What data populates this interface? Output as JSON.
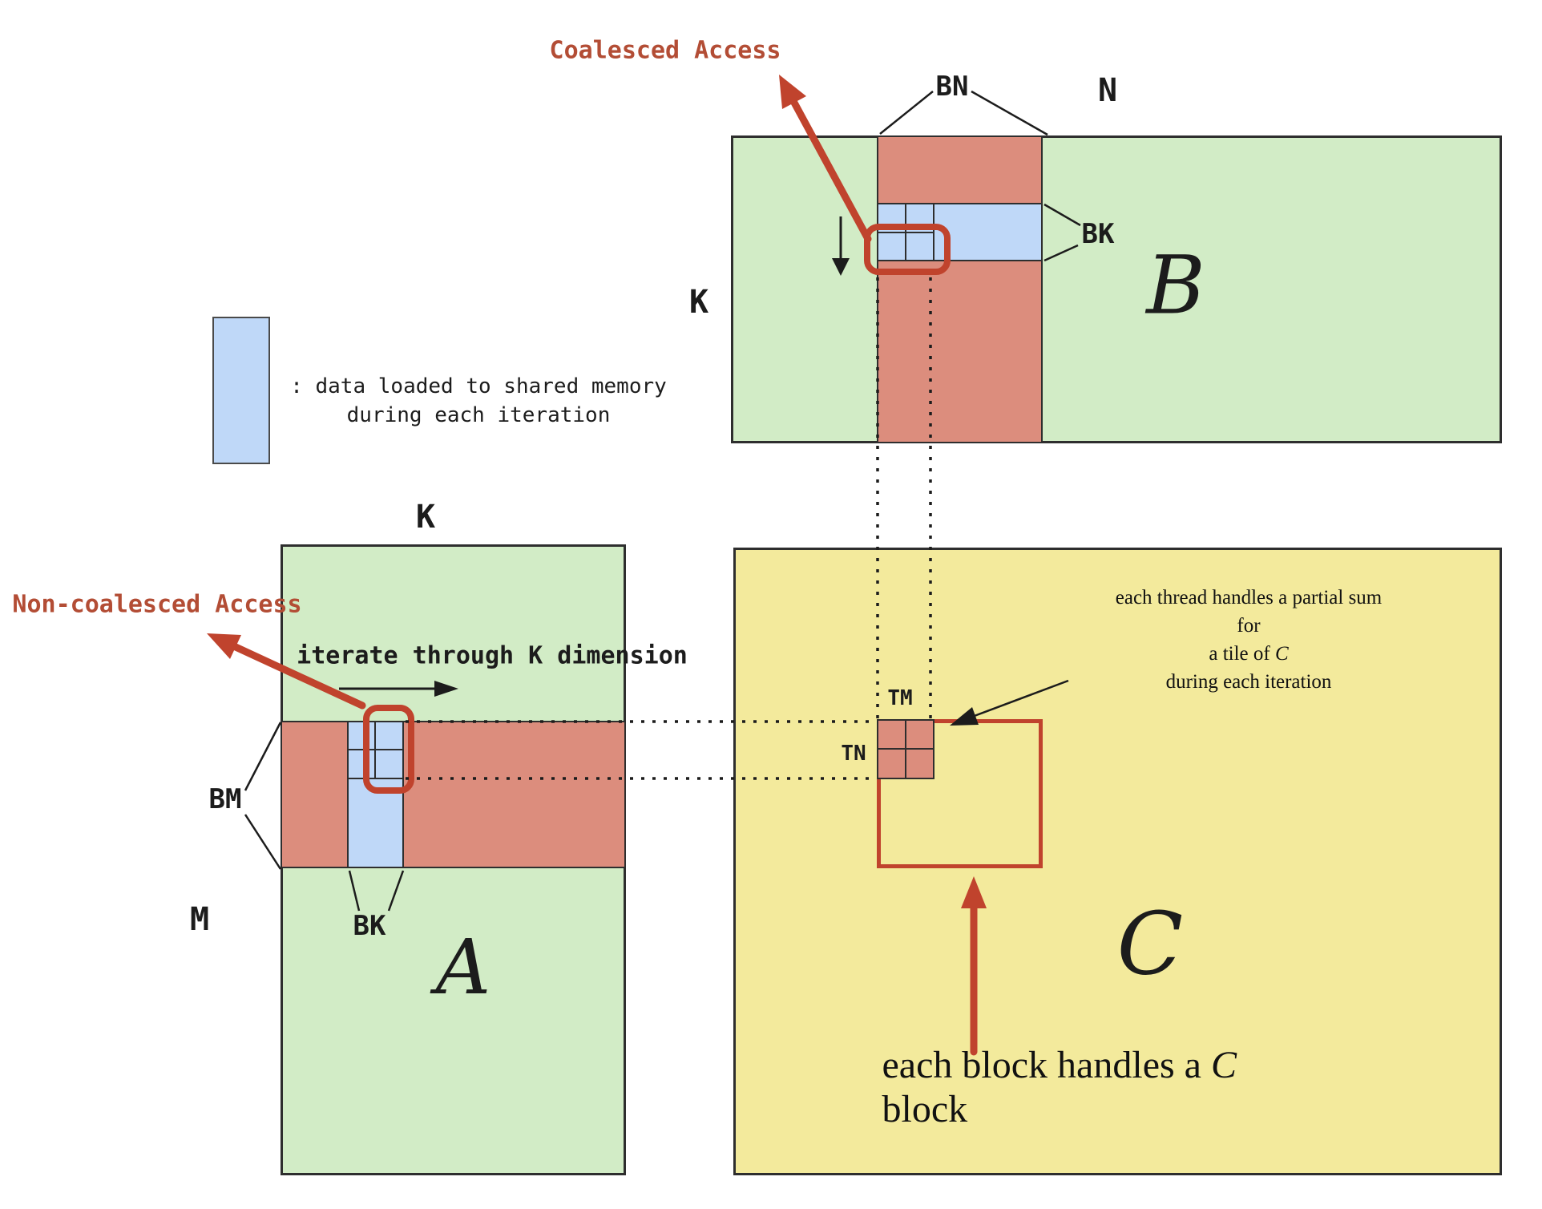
{
  "colors": {
    "matrix_green": "#d2ecc6",
    "band_red": "#dc8d7d",
    "shared_memory_blue": "#bfd8f8",
    "matrix_yellow": "#f3ea9c",
    "accent_red": "#c0432d",
    "accent_red_text": "#b34d35",
    "line_dark": "#2e2e2e"
  },
  "legend": {
    "line1": ": data loaded to shared memory",
    "line2": "during each iteration"
  },
  "matrices": {
    "a": {
      "name": "A",
      "top_dim": "K",
      "side_dim": "M",
      "band_label": "BM",
      "strip_label": "BK",
      "access_label": "Non-coalesced Access",
      "iterate_label": "iterate through K dimension"
    },
    "b": {
      "name": "B",
      "top_dim": "N",
      "side_dim": "K",
      "band_label": "BN",
      "strip_label": "BK",
      "access_label": "Coalesced Access"
    },
    "c": {
      "name": "C",
      "tile_top_label": "TM",
      "tile_side_label": "TN",
      "thread_note": {
        "line1": "each thread handles a partial sum for",
        "line2_prefix": "a tile of ",
        "line2_var": "C",
        "line3": "during each iteration"
      },
      "block_note": {
        "prefix": "each block handles a ",
        "var": "C",
        "suffix": " block"
      }
    }
  }
}
